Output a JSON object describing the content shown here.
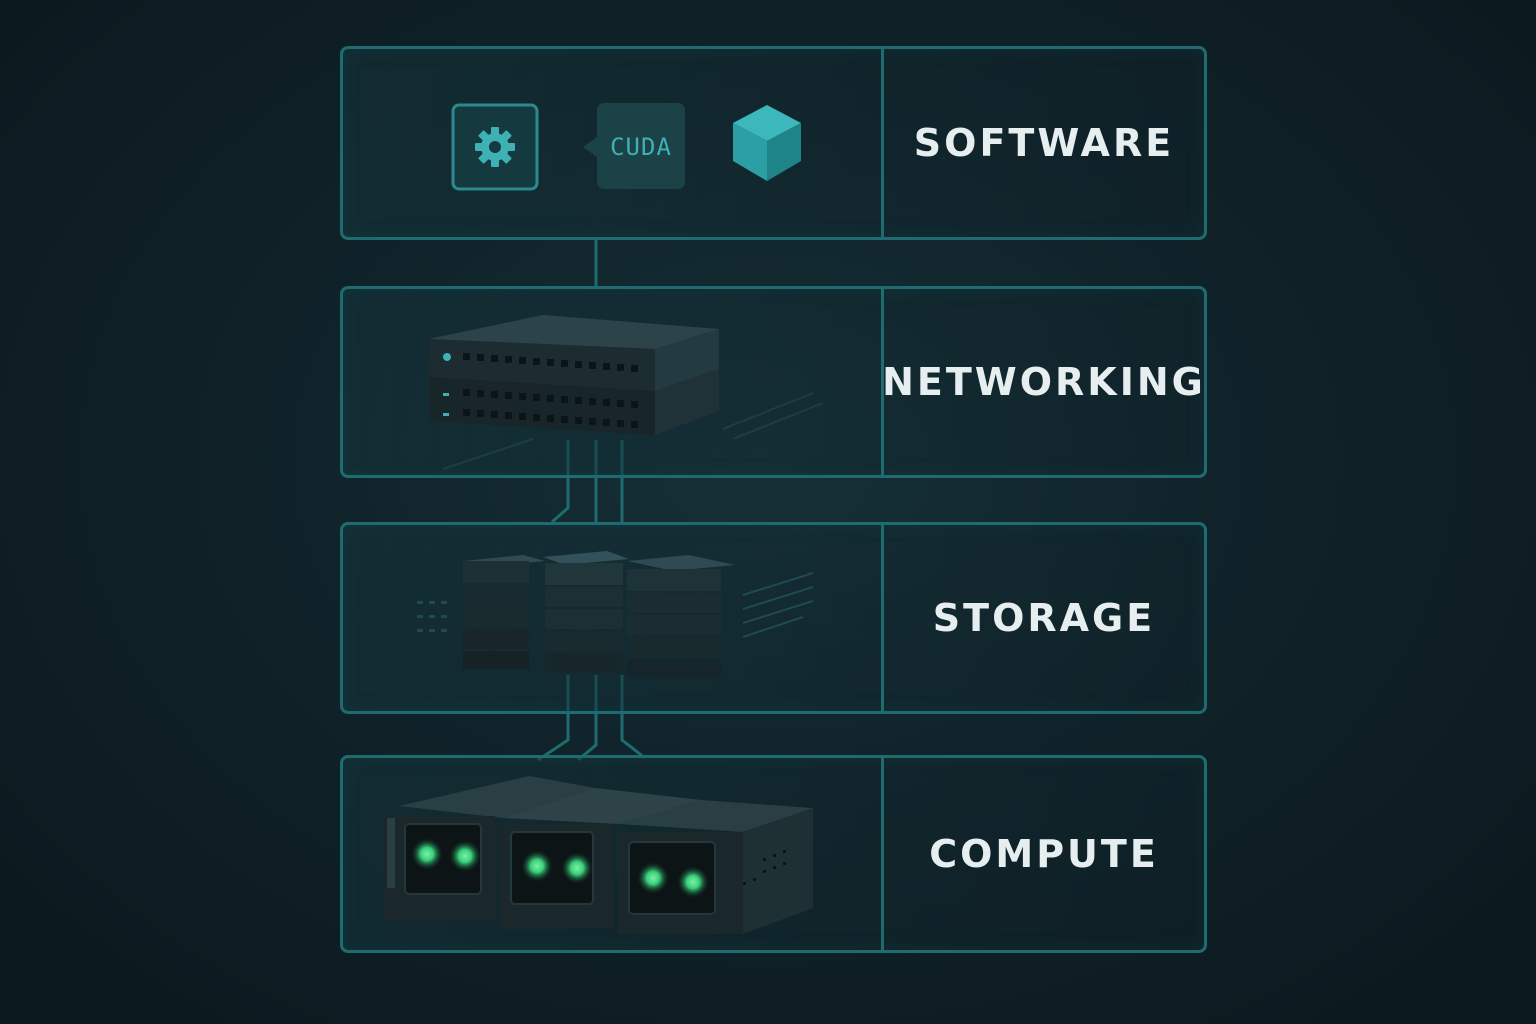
{
  "layers": {
    "software": {
      "label": "SOFTWARE",
      "icons": [
        "gear-icon",
        "cuda-chip-icon",
        "cube-icon"
      ],
      "cuda_text": "CUDA"
    },
    "networking": {
      "label": "NETWORKING",
      "icons": [
        "network-switch-icon"
      ]
    },
    "storage": {
      "label": "STORAGE",
      "icons": [
        "storage-array-icon"
      ]
    },
    "compute": {
      "label": "COMPUTE",
      "icons": [
        "gpu-server-icon"
      ]
    }
  },
  "colors": {
    "background": "#102229",
    "border": "#1e6b70",
    "accent": "#3fb0b4",
    "label": "#e7eef0",
    "gpu_glow": "#3ad07a"
  }
}
